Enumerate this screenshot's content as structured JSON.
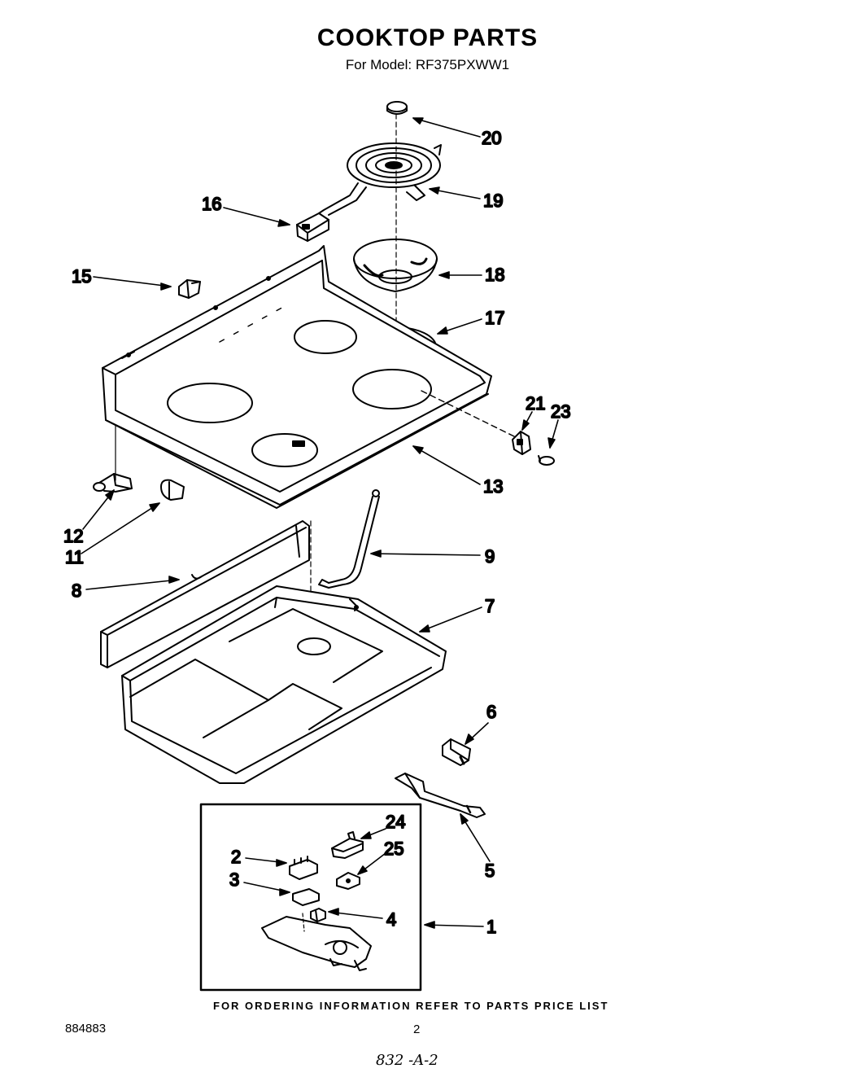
{
  "header": {
    "title": "COOKTOP PARTS",
    "subtitle": "For Model: RF375PXWW1"
  },
  "callouts": {
    "p20": "20",
    "p19": "19",
    "p16": "16",
    "p18": "18",
    "p15": "15",
    "p17": "17",
    "p21": "21",
    "p23": "23",
    "p13": "13",
    "p12": "12",
    "p11": "11",
    "p9": "9",
    "p8": "8",
    "p7": "7",
    "p6": "6",
    "p24": "24",
    "p2": "2",
    "p25": "25",
    "p3": "3",
    "p4": "4",
    "p1": "1",
    "p5": "5"
  },
  "footer": {
    "ordering_note": "FOR ORDERING INFORMATION REFER TO PARTS PRICE LIST",
    "doc_number": "884883",
    "page_number": "2",
    "handwritten_code": "832 -A-2"
  }
}
